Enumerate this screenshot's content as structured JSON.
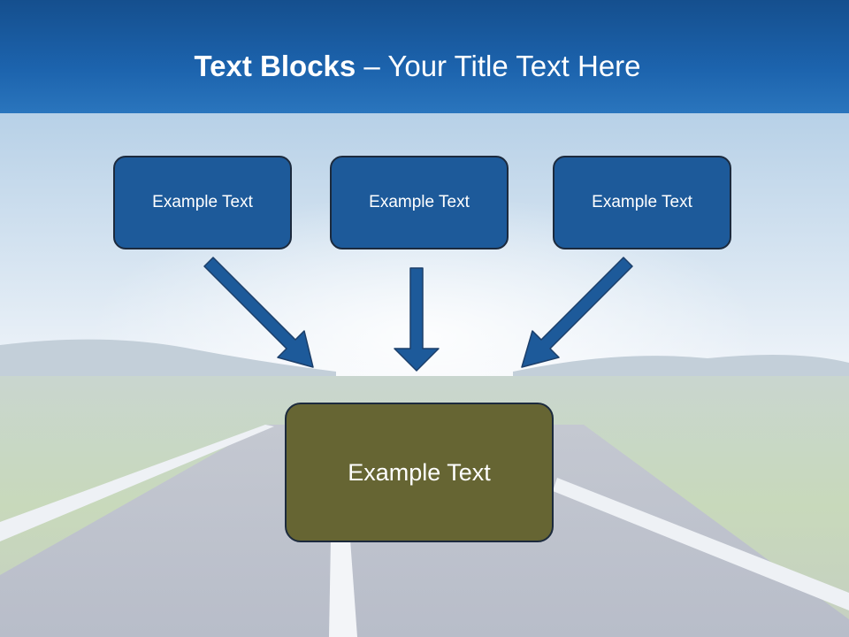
{
  "slide": {
    "title_bold": "Text Blocks",
    "title_sep": " – ",
    "title_rest": "Your Title Text Here",
    "blocks": [
      {
        "label": "Example Text"
      },
      {
        "label": "Example Text"
      },
      {
        "label": "Example Text"
      }
    ],
    "target": {
      "label": "Example Text"
    }
  },
  "colors": {
    "title_bar": "#1c63ad",
    "block_fill": "#1d5a9a",
    "target_fill": "#666533",
    "arrow_fill": "#1d5a9a",
    "outline": "#1c2a3d"
  }
}
